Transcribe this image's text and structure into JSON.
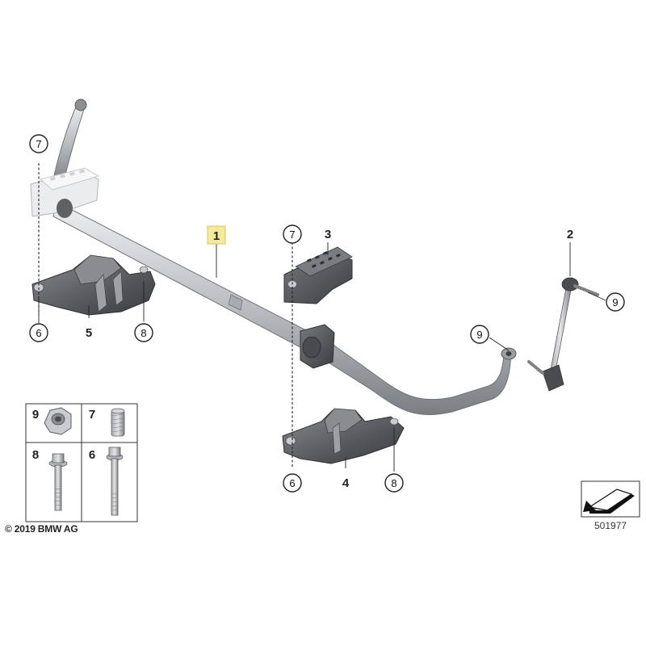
{
  "parts": {
    "p1": "1",
    "p2": "2",
    "p3": "3",
    "p4": "4",
    "p5": "5",
    "p6": "6",
    "p7": "7",
    "p8": "8",
    "p9": "9"
  },
  "hardware_table": {
    "cell_9": "9",
    "cell_7": "7",
    "cell_8": "8",
    "cell_6": "6"
  },
  "copyright": "© 2019 BMW AG",
  "diagram_number": "501977",
  "colors": {
    "highlight": "#f5ea9a",
    "part_gray": "#5a5c60",
    "bar_light": "#c9cbce"
  }
}
